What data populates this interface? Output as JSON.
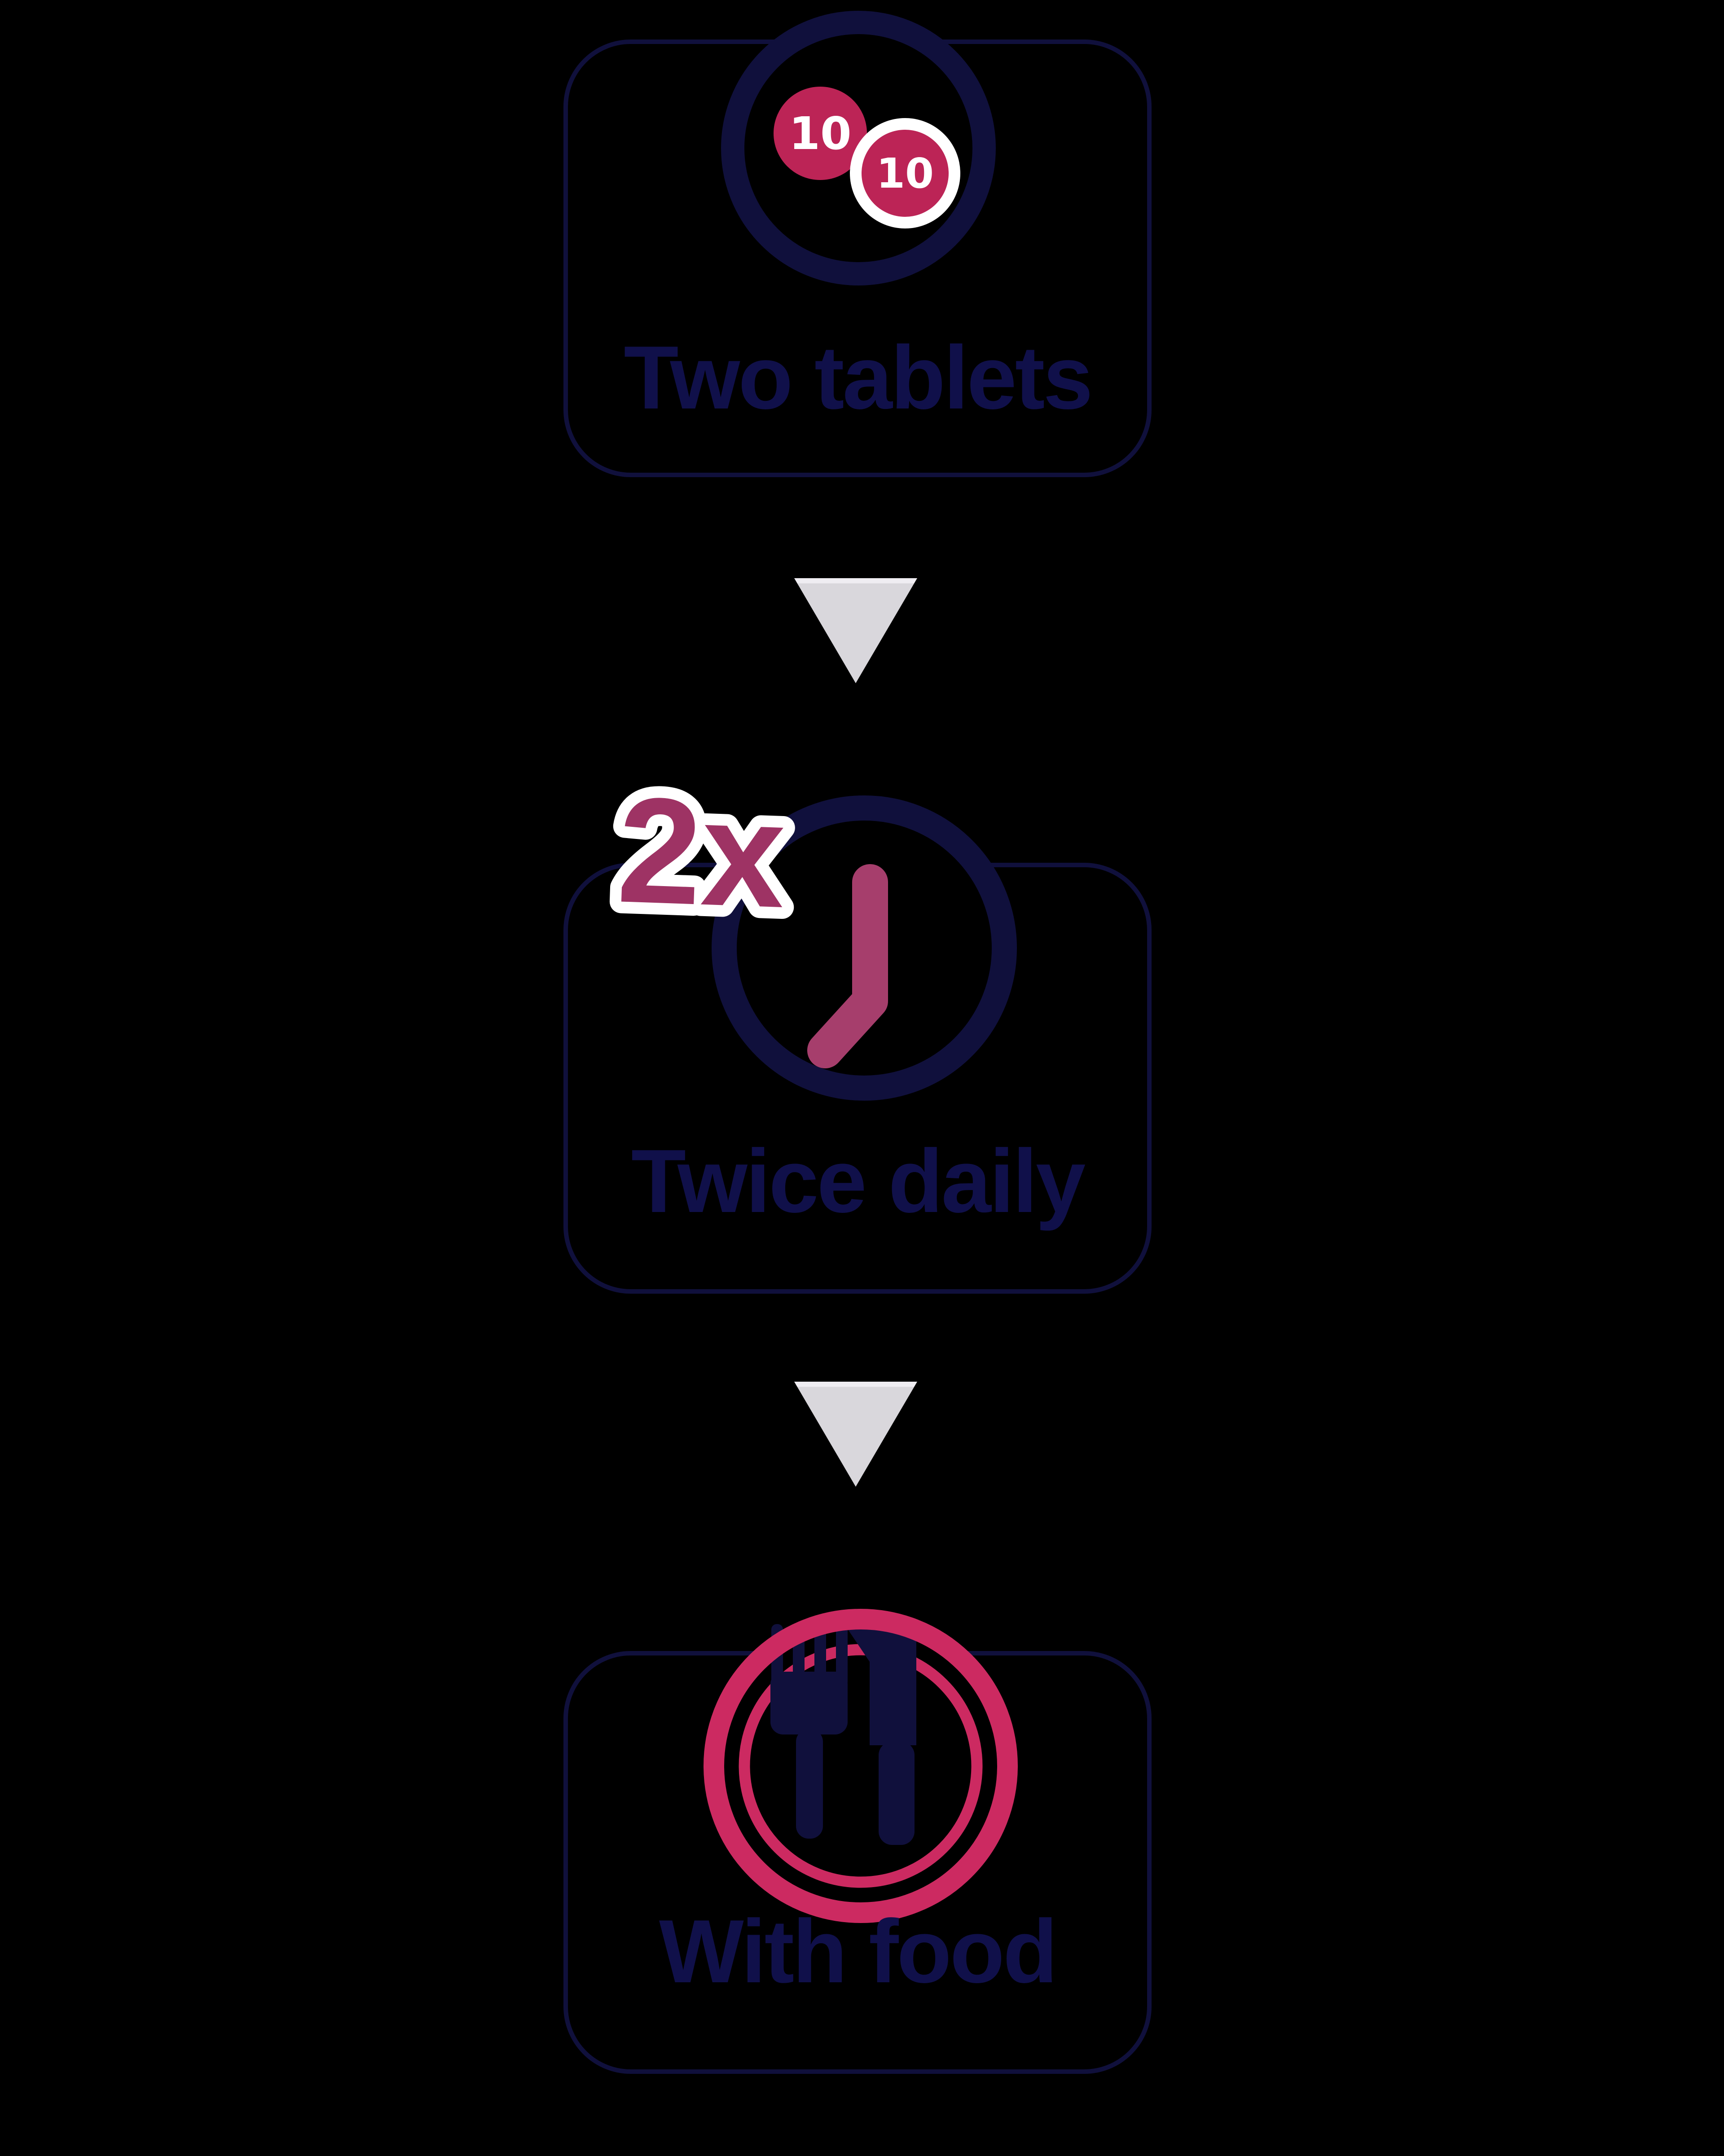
{
  "colors": {
    "background": "#000000",
    "navy": "#10103c",
    "text-navy": "#10104a",
    "crimson": "#bc2456",
    "pink": "#cc2a61",
    "plum": "#9e3364",
    "hand": "#a63e6c",
    "arrow": "#d9d7dc",
    "white": "#ffffff"
  },
  "steps": [
    {
      "label": "Two tablets",
      "icon": "tablets-icon",
      "pills": {
        "left_value": "10",
        "right_value": "10"
      }
    },
    {
      "label": "Twice daily",
      "icon": "clock-icon",
      "badge": "2x"
    },
    {
      "label": "With food",
      "icon": "plate-cutlery-icon"
    }
  ],
  "arrow": {
    "icon": "down-arrow-icon"
  }
}
